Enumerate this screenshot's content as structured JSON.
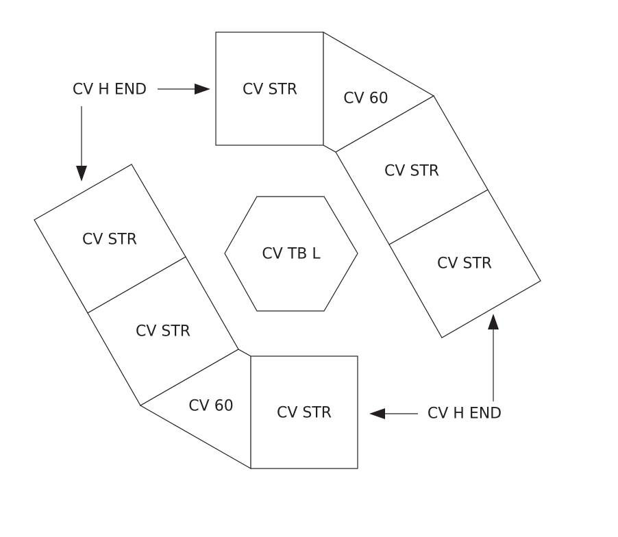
{
  "pieces": {
    "top_square": "CV STR",
    "top_sixty": "CV 60",
    "right_upper": "CV STR",
    "right_lower": "CV STR",
    "center_hex": "CV TB L",
    "left_upper": "CV STR",
    "left_lower": "CV STR",
    "bottom_sixty": "CV 60",
    "bottom_square": "CV STR"
  },
  "labels": {
    "top_end": "CV H END",
    "bottom_end": "CV H END"
  }
}
